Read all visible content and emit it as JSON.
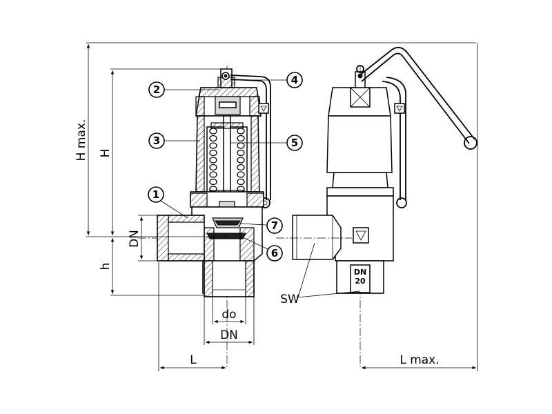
{
  "dimensions": {
    "h_max": "H max.",
    "h": "H",
    "small_h": "h",
    "dn_left": "DN",
    "do": "do",
    "dn_bottom": "DN",
    "l": "L",
    "l_max": "L max.",
    "sw": "SW"
  },
  "callouts": [
    "1",
    "2",
    "3",
    "4",
    "5",
    "6",
    "7"
  ],
  "body_marking": {
    "line1": "DN",
    "line2": "20"
  }
}
